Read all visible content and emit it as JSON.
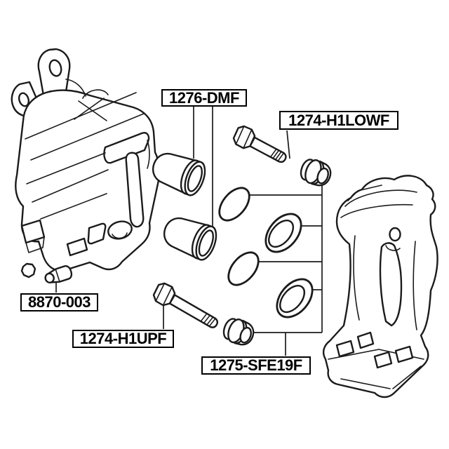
{
  "diagram": {
    "background_color": "#ffffff",
    "line_color": "#1b1b1b",
    "label_border_color": "#000000",
    "label_text_color": "#000000",
    "labels": [
      {
        "text": "1276-DMF",
        "points_to": "caliper-pistons"
      },
      {
        "text": "1274-H1LOWF",
        "points_to": "lower-guide-pin-bolt"
      },
      {
        "text": "8870-003",
        "points_to": "bleeder-screw"
      },
      {
        "text": "1274-H1UPF",
        "points_to": "upper-guide-pin-bolt"
      },
      {
        "text": "1275-SFE19F",
        "points_to": "caliper-repair-kit"
      }
    ],
    "parts": [
      "brake-caliper-body",
      "caliper-mounting-bracket",
      "piston-upper",
      "piston-lower",
      "piston-seal-upper",
      "piston-seal-lower",
      "dust-seal-upper",
      "dust-seal-lower",
      "guide-pin-boot-upper",
      "guide-pin-boot-lower",
      "lower-guide-pin-bolt",
      "upper-guide-pin-bolt",
      "bleeder-screw",
      "bleeder-cap"
    ]
  }
}
